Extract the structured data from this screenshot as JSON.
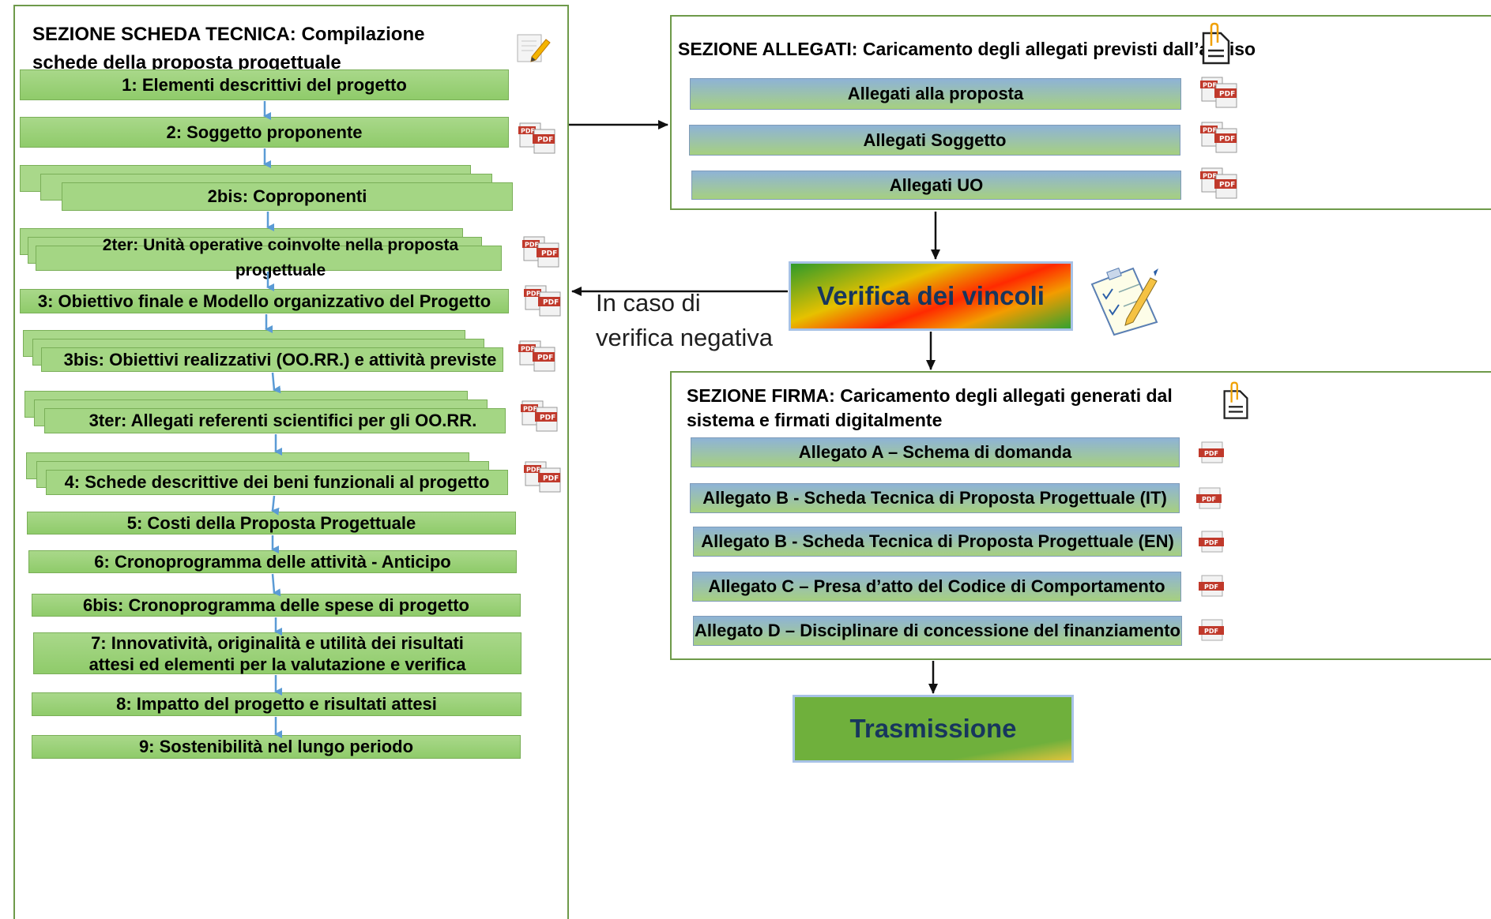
{
  "left_panel": {
    "title": "SEZIONE SCHEDA TECNICA: Compilazione schede della proposta progettuale",
    "icon": "edit-document-icon",
    "items": [
      {
        "label": "1: Elementi descrittivi del progetto"
      },
      {
        "label": "2: Soggetto proponente"
      },
      {
        "label": "2bis: Coproponenti"
      },
      {
        "label": "2ter: Unità operative coinvolte nella proposta progettuale"
      },
      {
        "label": "3: Obiettivo finale e  Modello organizzativo del Progetto"
      },
      {
        "label": "3bis: Obiettivi realizzativi (OO.RR.) e attività previste"
      },
      {
        "label": "3ter: Allegati referenti scientifici per gli OO.RR."
      },
      {
        "label": "4: Schede descrittive dei beni funzionali al progetto"
      },
      {
        "label": "5: Costi della Proposta Progettuale"
      },
      {
        "label": "6: Cronoprogramma delle attività - Anticipo"
      },
      {
        "label": "6bis: Cronoprogramma delle spese di progetto"
      },
      {
        "label": "7: Innovatività, originalità e utilità dei risultati attesi ed elementi per la valutazione e verifica"
      },
      {
        "label": "8: Impatto del progetto e risultati attesi"
      },
      {
        "label": "9: Sostenibilità nel lungo periodo"
      }
    ]
  },
  "allegati_panel": {
    "title": "SEZIONE ALLEGATI: Caricamento degli allegati previsti dall’avviso",
    "icon": "attachment-document-icon",
    "items": [
      {
        "label": "Allegati  alla  proposta"
      },
      {
        "label": "Allegati  Soggetto"
      },
      {
        "label": "Allegati  UO"
      }
    ]
  },
  "verifica": {
    "label": "Verifica dei vincoli",
    "icon": "checklist-clipboard-icon",
    "negative_note": "In caso di verifica negativa",
    "negative_note_line1": "In caso di",
    "negative_note_line2": "verifica negativa"
  },
  "firma_panel": {
    "title": "SEZIONE FIRMA: Caricamento degli allegati generati dal sistema e firmati digitalmente",
    "icon": "attachment-document-icon",
    "items": [
      {
        "label": "Allegato A – Schema di domanda"
      },
      {
        "label": "Allegato B -  Scheda Tecnica di Proposta Progettuale (IT)"
      },
      {
        "label": "Allegato B -  Scheda Tecnica di Proposta Progettuale (EN)"
      },
      {
        "label": "Allegato C – Presa d’atto del Codice di Comportamento"
      },
      {
        "label": "Allegato D – Disciplinare di concessione del finanziamento"
      }
    ]
  },
  "trasmissione": {
    "label": "Trasmissione"
  },
  "pdf_icon_text": "PDF",
  "colors": {
    "panel_border": "#6e9a4a",
    "green_bar": "#a9d88a",
    "blue_bar": "#8eb3d6",
    "arrow_blue": "#5b9bd5",
    "title_text": "#17365d"
  }
}
